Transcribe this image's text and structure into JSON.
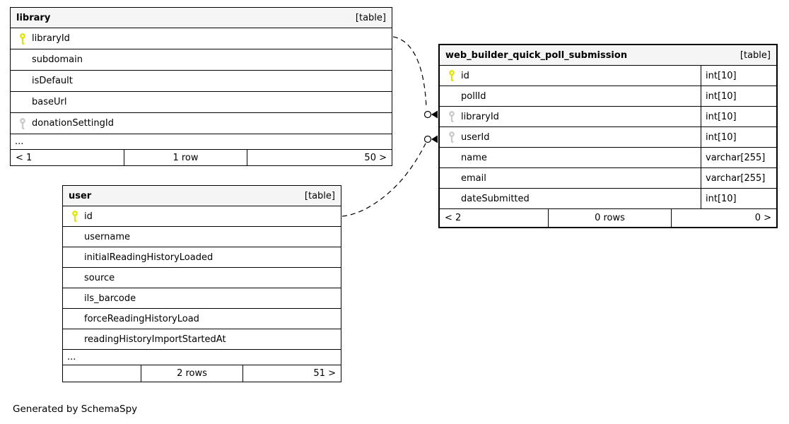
{
  "diagram": {
    "credit": "Generated by SchemaSpy"
  },
  "colors": {
    "primary_key_icon": "#e3e300",
    "foreign_key_icon": "#c9c9c9",
    "header_bg": "#f5f5f5",
    "border": "#000000"
  },
  "tables": {
    "library": {
      "name": "library",
      "badge": "[table]",
      "columns": [
        {
          "name": "libraryId",
          "key": "primary"
        },
        {
          "name": "subdomain",
          "key": ""
        },
        {
          "name": "isDefault",
          "key": ""
        },
        {
          "name": "baseUrl",
          "key": ""
        },
        {
          "name": "donationSettingId",
          "key": "foreign"
        }
      ],
      "more_label": "...",
      "paginator": {
        "prev": "< 1",
        "rows": "1 row",
        "next": "50 >"
      }
    },
    "web_builder_quick_poll_submission": {
      "name": "web_builder_quick_poll_submission",
      "badge": "[table]",
      "columns": [
        {
          "name": "id",
          "type": "int[10]",
          "key": "primary"
        },
        {
          "name": "pollId",
          "type": "int[10]",
          "key": ""
        },
        {
          "name": "libraryId",
          "type": "int[10]",
          "key": "foreign"
        },
        {
          "name": "userId",
          "type": "int[10]",
          "key": "foreign"
        },
        {
          "name": "name",
          "type": "varchar[255]",
          "key": ""
        },
        {
          "name": "email",
          "type": "varchar[255]",
          "key": ""
        },
        {
          "name": "dateSubmitted",
          "type": "int[10]",
          "key": ""
        }
      ],
      "paginator": {
        "prev": "< 2",
        "rows": "0 rows",
        "next": "0 >"
      }
    },
    "user": {
      "name": "user",
      "badge": "[table]",
      "columns": [
        {
          "name": "id",
          "key": "primary"
        },
        {
          "name": "username",
          "key": ""
        },
        {
          "name": "initialReadingHistoryLoaded",
          "key": ""
        },
        {
          "name": "source",
          "key": ""
        },
        {
          "name": "ils_barcode",
          "key": ""
        },
        {
          "name": "forceReadingHistoryLoad",
          "key": ""
        },
        {
          "name": "readingHistoryImportStartedAt",
          "key": ""
        }
      ],
      "more_label": "...",
      "paginator": {
        "prev": "",
        "rows": "2 rows",
        "next": "51 >"
      }
    }
  },
  "relationships": [
    {
      "from": "library.libraryId",
      "to": "web_builder_quick_poll_submission.libraryId"
    },
    {
      "from": "user.id",
      "to": "web_builder_quick_poll_submission.userId"
    }
  ]
}
